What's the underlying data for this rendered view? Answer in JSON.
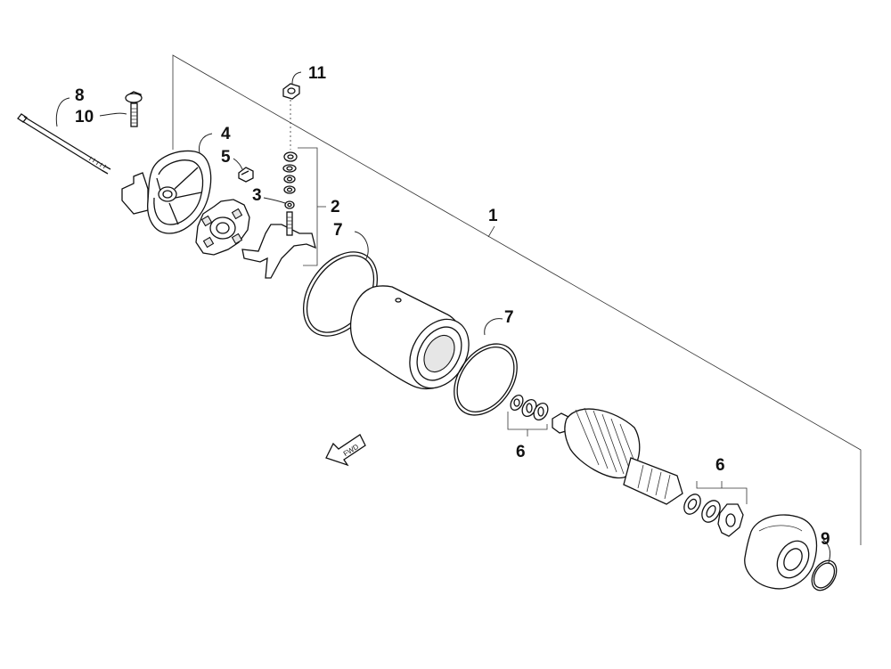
{
  "callouts": {
    "c1": "1",
    "c2": "2",
    "c3": "3",
    "c4": "4",
    "c5": "5",
    "c6a": "6",
    "c6b": "6",
    "c7a": "7",
    "c7b": "7",
    "c8": "8",
    "c9": "9",
    "c10": "10",
    "c11": "11"
  },
  "fwd_arrow": "FWD"
}
